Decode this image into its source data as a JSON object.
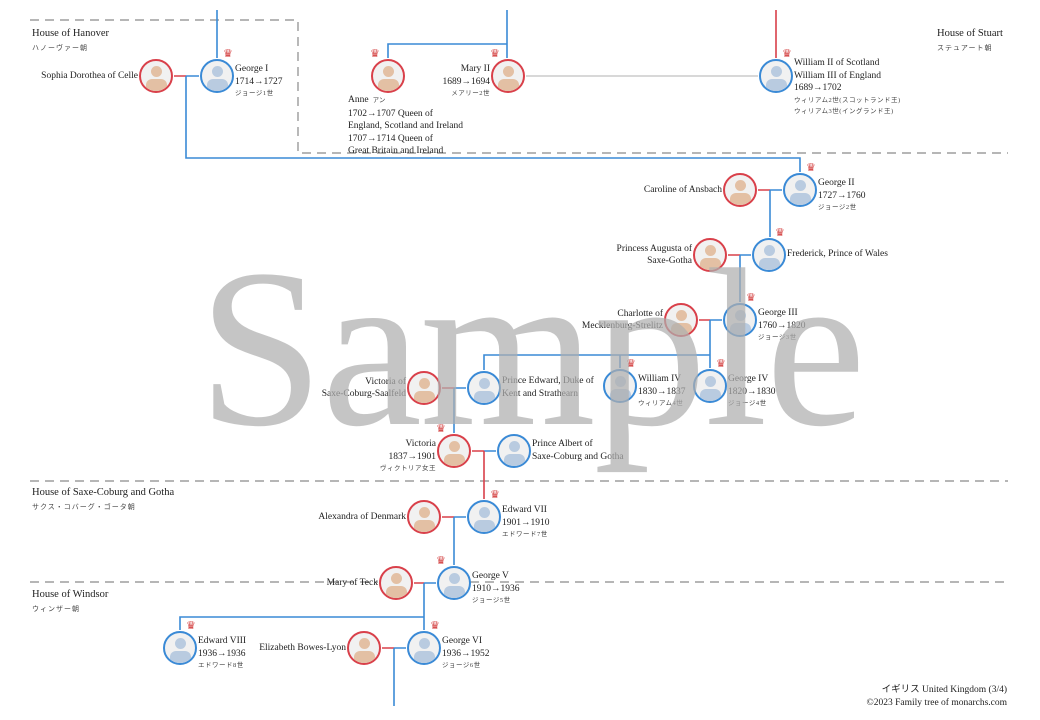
{
  "houses": [
    {
      "name": "House of Hanover",
      "jp": "ハノーヴァー朝"
    },
    {
      "name": "House of Stuart",
      "jp": "ステュアート朝"
    },
    {
      "name": "House of Saxe-Coburg and Gotha",
      "jp": "サクス・コバーグ・ゴータ朝"
    },
    {
      "name": "House of Windsor",
      "jp": "ウィンザー朝"
    }
  ],
  "persons": [
    {
      "name": "Sophia Dorothea of Celle",
      "sex": "f",
      "crown": false,
      "lines": [],
      "jp": []
    },
    {
      "name": "George I",
      "sex": "m",
      "crown": true,
      "lines": [
        "1714→1727"
      ],
      "jp": [
        "ジョージ1世"
      ]
    },
    {
      "name": "Anne",
      "sex": "f",
      "crown": true,
      "name_jp": "アン",
      "lines": [
        "1702→1707 Queen of",
        "England, Scotland and Ireland",
        "1707→1714 Queen of",
        "Great Britain and Ireland"
      ],
      "jp": []
    },
    {
      "name": "Mary II",
      "sex": "f",
      "crown": true,
      "lines": [
        "1689→1694"
      ],
      "jp": [
        "メアリー2世"
      ]
    },
    {
      "name": "William II of Scotland",
      "sex": "m",
      "crown": true,
      "lines": [
        "William III of England",
        "1689→1702"
      ],
      "jp": [
        "ウィリアム2世(スコットランド王)",
        "ウィリアム3世(イングランド王)"
      ]
    },
    {
      "name": "Caroline of Ansbach",
      "sex": "f",
      "crown": false,
      "lines": [],
      "jp": []
    },
    {
      "name": "George II",
      "sex": "m",
      "crown": true,
      "lines": [
        "1727→1760"
      ],
      "jp": [
        "ジョージ2世"
      ]
    },
    {
      "name": "Princess Augusta of",
      "sex": "f",
      "crown": false,
      "lines": [
        "Saxe-Gotha"
      ],
      "jp": []
    },
    {
      "name": "Frederick, Prince of Wales",
      "sex": "m",
      "crown": true,
      "lines": [],
      "jp": []
    },
    {
      "name": "Charlotte of",
      "sex": "f",
      "crown": false,
      "lines": [
        "Mecklenburg-Strelitz"
      ],
      "jp": []
    },
    {
      "name": "George III",
      "sex": "m",
      "crown": true,
      "lines": [
        "1760→1820"
      ],
      "jp": [
        "ジョージ3世"
      ]
    },
    {
      "name": "Victoria of",
      "sex": "f",
      "crown": false,
      "lines": [
        "Saxe-Coburg-Saalfeld"
      ],
      "jp": []
    },
    {
      "name": "Prince Edward, Duke of",
      "sex": "m",
      "crown": false,
      "lines": [
        "Kent and Strathearn"
      ],
      "jp": []
    },
    {
      "name": "William IV",
      "sex": "m",
      "crown": true,
      "lines": [
        "1830→1837"
      ],
      "jp": [
        "ウィリアム4世"
      ]
    },
    {
      "name": "George IV",
      "sex": "m",
      "crown": true,
      "lines": [
        "1820→1830"
      ],
      "jp": [
        "ジョージ4世"
      ]
    },
    {
      "name": "Victoria",
      "sex": "f",
      "crown": true,
      "lines": [
        "1837→1901"
      ],
      "jp": [
        "ヴィクトリア女王"
      ]
    },
    {
      "name": "Prince Albert of",
      "sex": "m",
      "crown": false,
      "lines": [
        "Saxe-Coburg and Gotha"
      ],
      "jp": []
    },
    {
      "name": "Alexandra of Denmark",
      "sex": "f",
      "crown": false,
      "lines": [],
      "jp": []
    },
    {
      "name": "Edward VII",
      "sex": "m",
      "crown": true,
      "lines": [
        "1901→1910"
      ],
      "jp": [
        "エドワード7世"
      ]
    },
    {
      "name": "Mary of Teck",
      "sex": "f",
      "crown": false,
      "lines": [],
      "jp": []
    },
    {
      "name": "George V",
      "sex": "m",
      "crown": true,
      "lines": [
        "1910→1936"
      ],
      "jp": [
        "ジョージ5世"
      ]
    },
    {
      "name": "Edward VIII",
      "sex": "m",
      "crown": true,
      "lines": [
        "1936→1936"
      ],
      "jp": [
        "エドワード8世"
      ]
    },
    {
      "name": "Elizabeth Bowes-Lyon",
      "sex": "f",
      "crown": false,
      "lines": [],
      "jp": []
    },
    {
      "name": "George VI",
      "sex": "m",
      "crown": true,
      "lines": [
        "1936→1952"
      ],
      "jp": [
        "ジョージ6世"
      ]
    }
  ],
  "crown_icon": "crown-icon",
  "watermark": "Sample",
  "footer": {
    "line1": "イギリス United Kingdom (3/4)",
    "line2": "©2023 Family tree of monarchs.com"
  },
  "colors": {
    "male": "#3a8ad6",
    "female": "#d9404a",
    "divider": "#888888"
  }
}
